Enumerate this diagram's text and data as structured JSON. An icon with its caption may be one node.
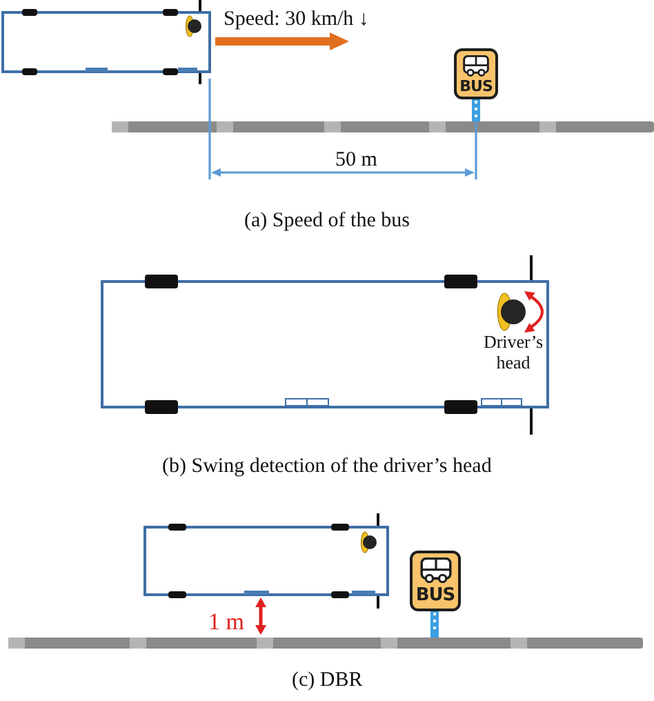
{
  "diagram": {
    "labels": [
      "Speed: 30 km/h ↓",
      "BUS",
      "50 m",
      "(a) Speed of the bus",
      "Driver’s head",
      "(b) Swing detection of the driver’s head",
      "1 m",
      "BUS",
      "(c) DBR"
    ]
  }
}
